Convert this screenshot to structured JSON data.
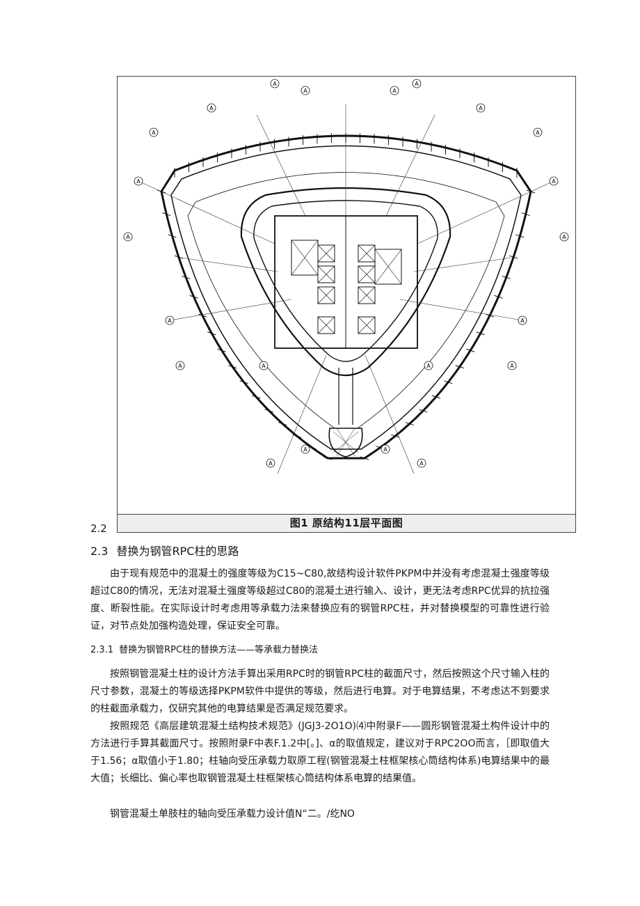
{
  "figure": {
    "caption": "图1 原结构11层平面图",
    "axis_marker": "A"
  },
  "section_22": {
    "number": "2.2"
  },
  "section_23": {
    "number": "2.3",
    "title": "替换为钢管RPC柱的思路"
  },
  "para_1": "由于现有规范中的混凝土的强度等级为C15~C80,故结构设计软件PKPM中并没有考虑混凝土强度等级超过C80的情况，无法对混凝土强度等级超过C80的混凝土进行输入、设计，更无法考虑RPC优异的抗拉强度、断裂性能。在实际设计时考虑用等承载力法来替换应有的钢管RPC柱，并对替换模型的可靠性进行验证，对节点处加强构造处理，保证安全可靠。",
  "section_231": {
    "number": "2.3.1",
    "title": "替换为钢管RPC柱的替换方法——等承载力替换法"
  },
  "para_2": "按照钢管混凝土柱的设计方法手算出采用RPC时的钢管RPC柱的截面尺寸，然后按照这个尺寸输入柱的尺寸参数，混凝土的等级选择PKPM软件中提供的等级，然后进行电算。对于电算结果，不考虑达不到要求的柱截面承载力，仅研究其他的电算结果是否满足规范要求。",
  "para_3": "按照规范《高层建筑混凝土结构技术规范》(JGJ3-2O1O)⑷中附录F——圆形钢管混凝土构件设计中的方法进行手算其截面尺寸。按照附录F中表F.1.2中[。]、α的取值规定，建议对于RPC2OO而言，［即取值大于1.56；α取值小于1.80；柱轴向受压承载力取原工程(钢管混凝土柱框架核心筒结构体系)电算结果中的最大值；长细比、偏心率也取钢管混凝土柱框架核心筒结构体系电算的结果值。",
  "para_4": "钢管混凝土单肢柱的轴向受压承载力设计值N“二。/纥NO"
}
